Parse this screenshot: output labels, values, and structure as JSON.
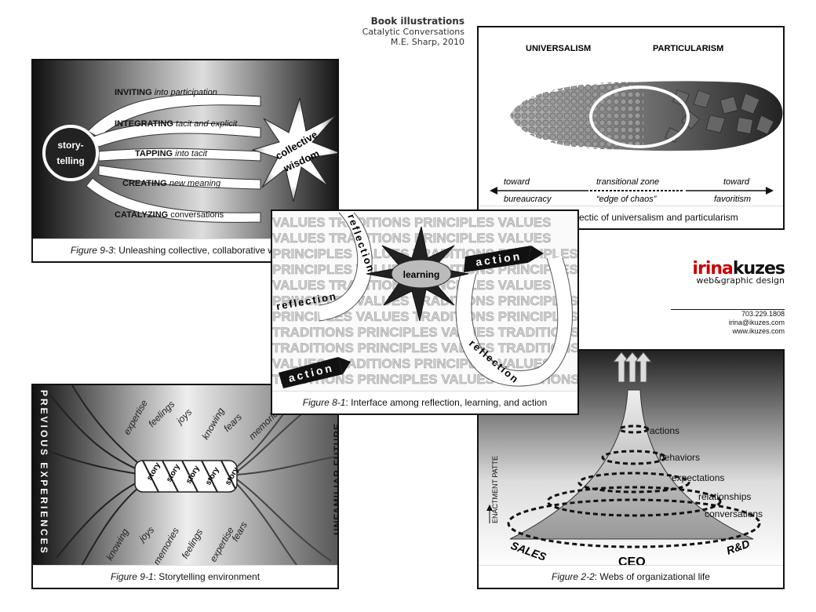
{
  "header": {
    "title": "Book illustrations",
    "subtitle": "Catalytic Conversations",
    "publisher": "M.E. Sharp, 2010"
  },
  "brand": {
    "logo_part1": "irina",
    "logo_part2": "kuzes",
    "tagline": "web&graphic design",
    "phone": "703.229.1808",
    "email": "irina@ikuzes.com",
    "website": "www.ikuzes.com"
  },
  "fig93": {
    "fig_label": "Figure 9-3",
    "caption": ": Unleashing collective, collaborative wisdom",
    "storytelling_1": "story-",
    "storytelling_2": "telling",
    "wisdom_1": "collective",
    "wisdom_2": "wisdom",
    "arrows": [
      {
        "key": "INVITING",
        "rest": " into participation"
      },
      {
        "key": "INTEGRATING",
        "rest": " tacit and explicit"
      },
      {
        "key": "TAPPING",
        "rest": " into tacit"
      },
      {
        "key": "CREATING",
        "rest": " new meaning"
      },
      {
        "key": "CATALYZING",
        "rest": " conversations"
      }
    ]
  },
  "figUP": {
    "caption": "ectic of universalism and particularism",
    "left_heading": "UNIVERSALISM",
    "right_heading": "PARTICULARISM",
    "left_top": "toward",
    "left_bottom": "bureaucracy",
    "mid_top": "transitional zone",
    "mid_bottom": "“edge of chaos”",
    "right_top": "toward",
    "right_bottom": "favoritism"
  },
  "fig81": {
    "fig_label": "Figure 8-1",
    "caption": ": Interface among reflection, learning, and action",
    "bg_row_a": "VALUES TRADITIONS PRINCIPLES VALUES",
    "bg_row_b": "PRINCIPLES VALUES TRADITIONS PRINCIPLES",
    "bg_row_c": "TRADITIONS PRINCIPLES VALUES TRADITIONS",
    "learning": "learning",
    "action": "action",
    "reflection": "reflection"
  },
  "fig91": {
    "fig_label": "Figure 9-1",
    "caption": ": Storytelling environment",
    "left_vertical": "PREVIOUS EXPERIENCES",
    "right_vertical": "UNFAMILIAR FUTURE",
    "story": "story",
    "top_words": [
      "expertise",
      "feelings",
      "joys",
      "knowing",
      "fears",
      "memories"
    ],
    "bottom_words": [
      "knowing",
      "joys",
      "memories",
      "feelings",
      "expertise",
      "fears"
    ]
  },
  "fig22": {
    "fig_label": "Figure 2-2",
    "caption": ":  Webs of organizational life",
    "axis_label": "ENACTMENT PATTE",
    "levels": [
      "actions",
      "behaviors",
      "expectations",
      "relationships",
      "conversations"
    ],
    "sales": "SALES",
    "ceo": "CEO",
    "rd": "R&D"
  }
}
